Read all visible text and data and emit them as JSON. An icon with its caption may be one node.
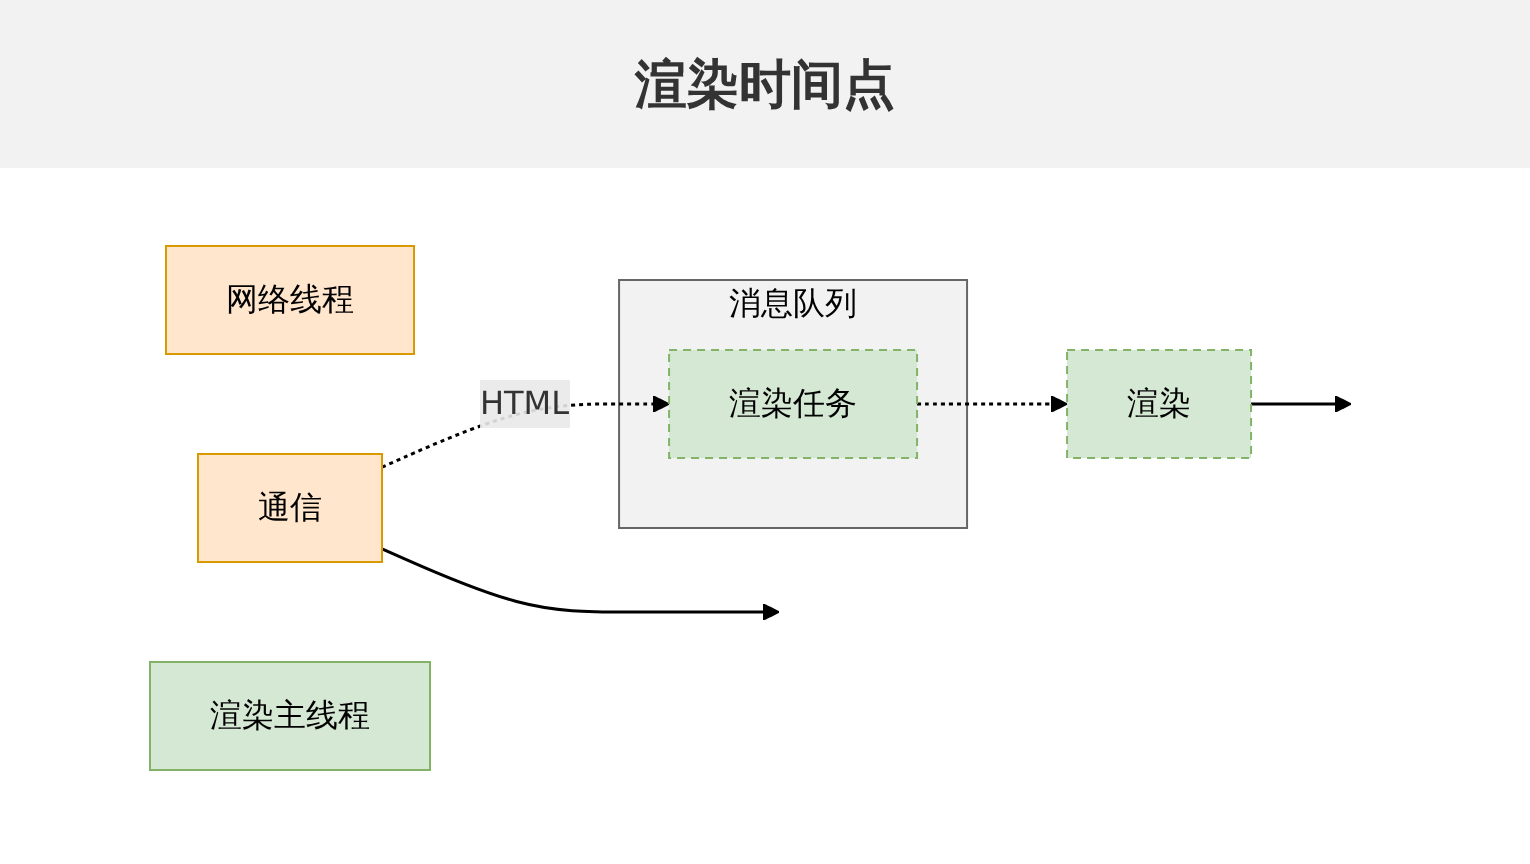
{
  "diagram": {
    "title": "渲染时间点",
    "nodes": [
      {
        "text": [
          "网络线程"
        ]
      },
      {
        "text": [
          "通信"
        ]
      },
      {
        "text": [
          "消息队列"
        ]
      },
      {
        "text": [
          "渲染任务"
        ],
        "in": 2
      },
      {
        "text": [
          "渲染主线程"
        ]
      },
      {
        "text": [
          "渲染"
        ]
      }
    ],
    "edges": [
      {
        "from": 1,
        "to": null,
        "arrow": "to"
      },
      {
        "from": 1,
        "to": 3,
        "arrow": "to",
        "label": "HTML",
        "style": "dashed"
      },
      {
        "from": 3,
        "to": 5,
        "arrow": "to",
        "style": "dashed"
      },
      {
        "from": 5,
        "to": null,
        "arrow": "to"
      }
    ]
  }
}
